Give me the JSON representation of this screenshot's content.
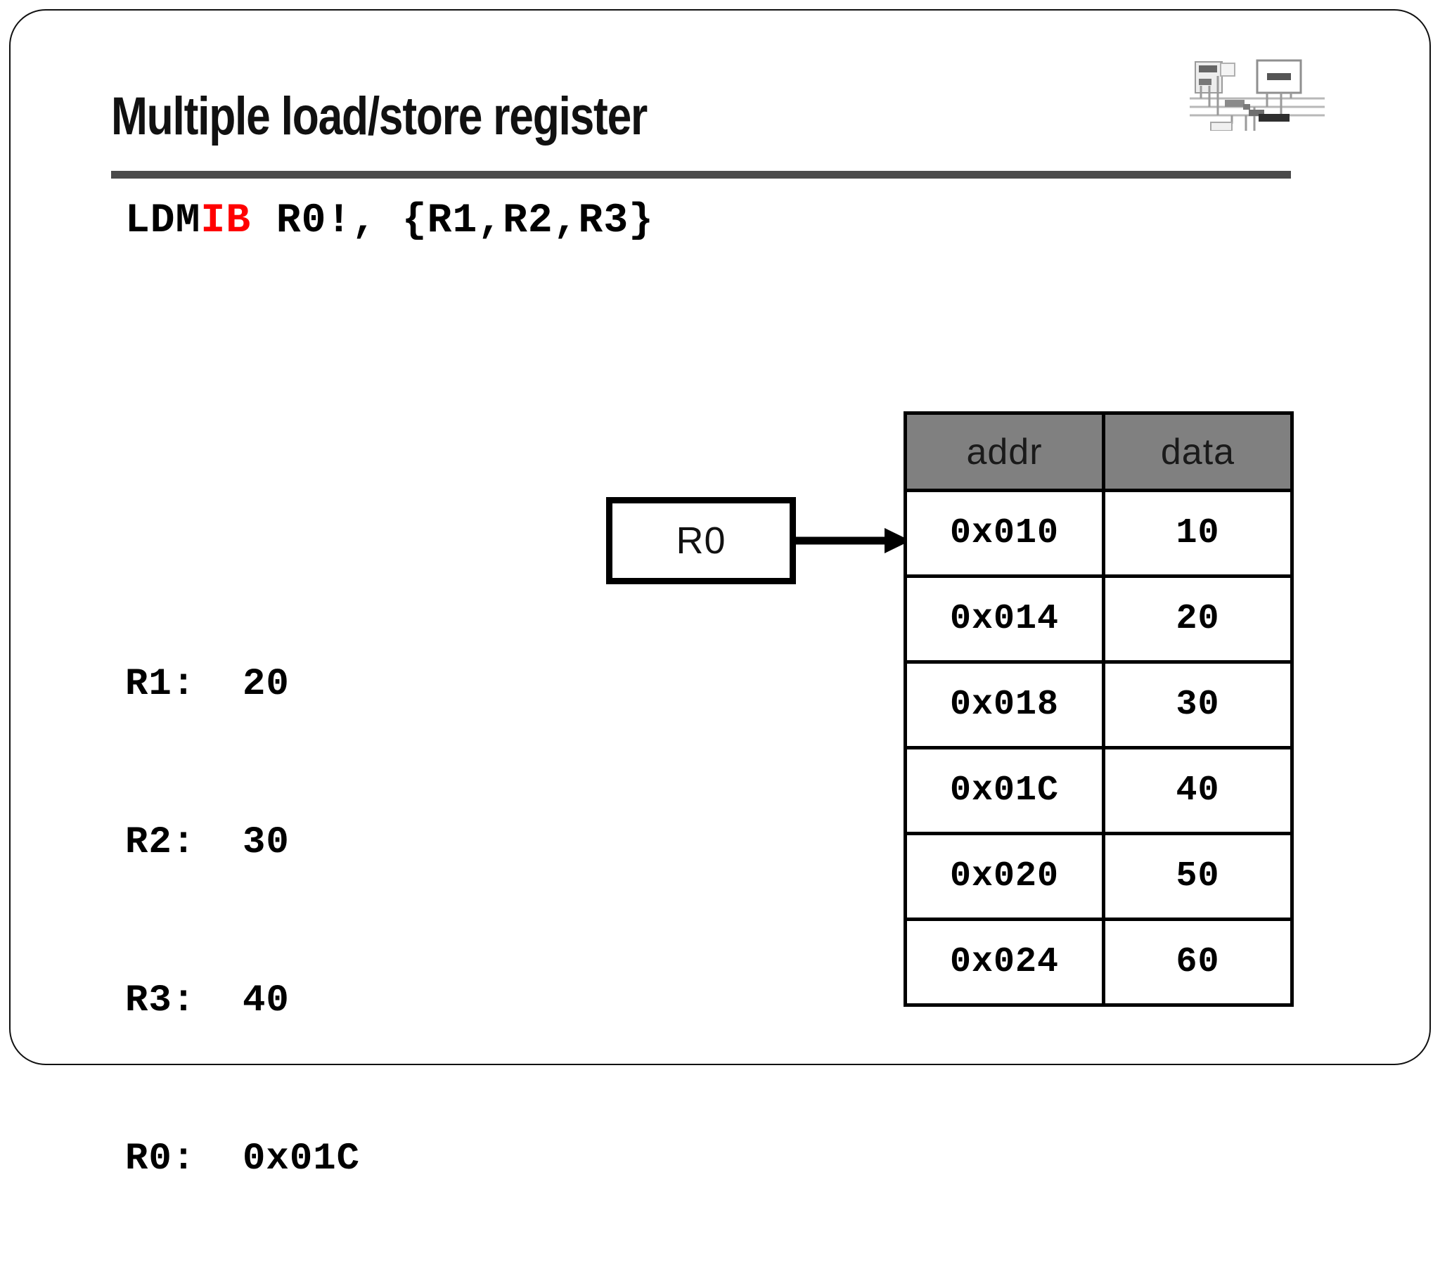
{
  "slide": {
    "title": "Multiple load/store register",
    "logo_icon": "block-diagram-thumbnail-icon",
    "rule_color": "#4a4a4a"
  },
  "code": {
    "mnemonic_base": "LDM",
    "mnemonic_suffix": "IB",
    "suffix_color": "#ff0000",
    "operands": " R0!, {R1,R2,R3}",
    "full_text": "LDMIB R0!, {R1,R2,R3}"
  },
  "registers": {
    "items": [
      {
        "name": "R1",
        "separator": ": ",
        "value": "20",
        "line": "R1:  20"
      },
      {
        "name": "R2",
        "separator": ": ",
        "value": "30",
        "line": "R2:  30"
      },
      {
        "name": "R3",
        "separator": ": ",
        "value": "40",
        "line": "R3:  40"
      },
      {
        "name": "R0",
        "separator": ": ",
        "value": "0x01C",
        "line": "R0:  0x01C"
      }
    ]
  },
  "pointer_box": {
    "label": "R0",
    "arrow_icon": "right-arrow-icon",
    "points_to_row_index": 0
  },
  "memory_table": {
    "header_bg": "#808080",
    "columns": [
      "addr",
      "data"
    ],
    "rows": [
      {
        "addr": "0x010",
        "data": "10"
      },
      {
        "addr": "0x014",
        "data": "20"
      },
      {
        "addr": "0x018",
        "data": "30"
      },
      {
        "addr": "0x01C",
        "data": "40"
      },
      {
        "addr": "0x020",
        "data": "50"
      },
      {
        "addr": "0x024",
        "data": "60"
      }
    ]
  }
}
